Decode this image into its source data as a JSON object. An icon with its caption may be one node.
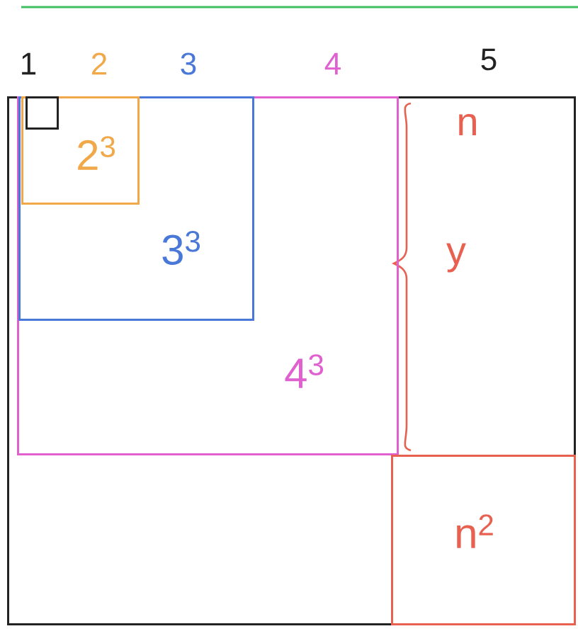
{
  "diagram": {
    "nodes": [
      {
        "text": [],
        "shape": "box",
        "beside": [
          "5"
        ]
      },
      {
        "text": [
          "4$^{3}$"
        ],
        "in": 0,
        "beside": [
          "4"
        ]
      },
      {
        "text": [
          "3$^{3}$"
        ],
        "in": 1,
        "beside": [
          "3"
        ]
      },
      {
        "text": [
          "2$^{3}$"
        ],
        "in": 2,
        "beside": [
          "2"
        ]
      },
      {
        "text": [],
        "shape": "box",
        "in": 3,
        "beside": [
          "1"
        ]
      },
      {
        "text": [
          "n$^{2}$"
        ],
        "in": 0
      }
    ],
    "labels": [
      "n",
      "y"
    ]
  }
}
